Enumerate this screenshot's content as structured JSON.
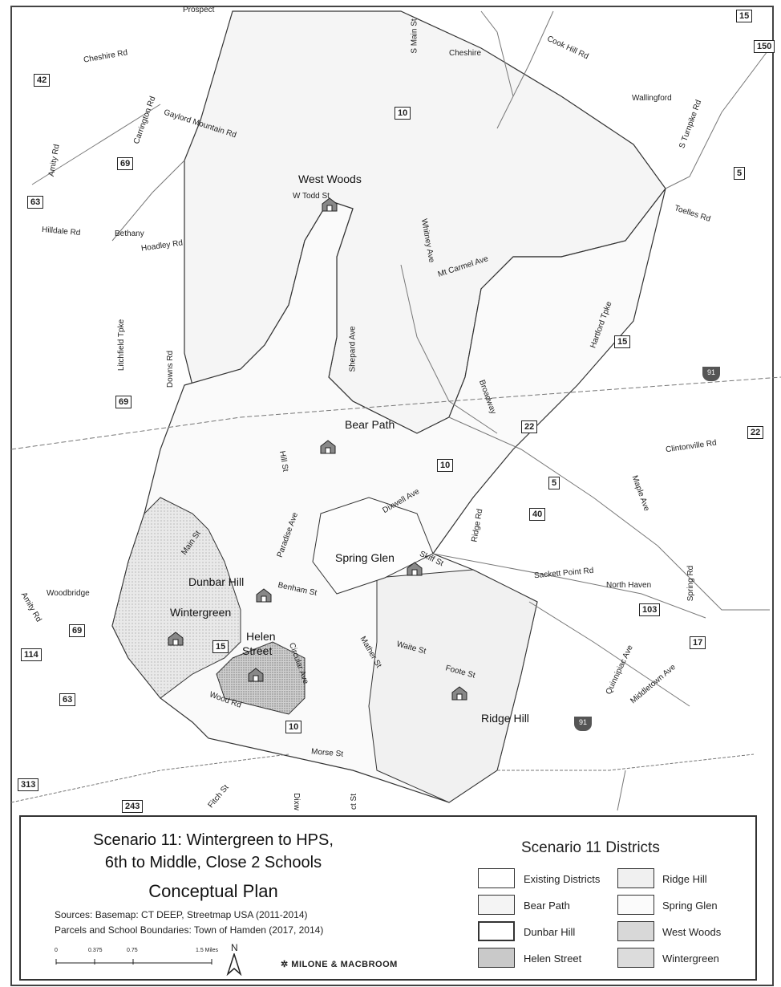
{
  "title": {
    "line1": "Scenario 11: Wintergreen to HPS,",
    "line2": "6th to Middle, Close 2 Schools",
    "line3": "Conceptual Plan"
  },
  "sources": {
    "line1": "Sources: Basemap: CT DEEP, Streetmap USA (2011-2014)",
    "line2": "Parcels and School Boundaries: Town of Hamden (2017, 2014)"
  },
  "scale": {
    "ticks": [
      "0",
      "0.375",
      "0.75",
      "1.5 Miles"
    ]
  },
  "north": "N",
  "firm": "MILONE & MACBROOM",
  "legend": {
    "title": "Scenario 11 Districts",
    "items": [
      {
        "label": "Existing Districts",
        "color": "#ffffff"
      },
      {
        "label": "Bear Path",
        "color": "#f4f4f4"
      },
      {
        "label": "Dunbar Hill",
        "color": "#ffffff"
      },
      {
        "label": "Helen Street",
        "color": "#c9c9c9"
      },
      {
        "label": "Ridge Hill",
        "color": "#f0f0f0"
      },
      {
        "label": "Spring Glen",
        "color": "#fbfbfb"
      },
      {
        "label": "West Woods",
        "color": "#d8d8d8"
      },
      {
        "label": "Wintergreen",
        "color": "#dcdcdc"
      }
    ]
  },
  "schools": {
    "west_woods": "West Woods",
    "bear_path": "Bear Path",
    "spring_glen": "Spring Glen",
    "dunbar_hill": "Dunbar Hill",
    "wintergreen": "Wintergreen",
    "helen_street_1": "Helen",
    "helen_street_2": "Street",
    "ridge_hill": "Ridge Hill"
  },
  "towns": {
    "cheshire": "Cheshire",
    "wallingford": "Wallingford",
    "bethany": "Bethany",
    "woodbridge": "Woodbridge",
    "north_haven": "North Haven",
    "prospect": "Prospect"
  },
  "roads": {
    "cheshire_rd": "Cheshire Rd",
    "carrington_rd": "Carrington Rd",
    "gaylord_mtn_rd": "Gaylord Mountain Rd",
    "amity_rd": "Amity Rd",
    "hilldale_rd": "Hilldale Rd",
    "hoadley_rd": "Hoadley Rd",
    "litchfield_tpke": "Litchfield Tpke",
    "downs_rd": "Downs Rd",
    "w_todd_st": "W Todd St",
    "s_main_st": "S Main St",
    "cook_hill_rd": "Cook Hill Rd",
    "s_turnpike_rd": "S Turnpike Rd",
    "toelles_rd": "Toelles Rd",
    "whitney_ave": "Whitney Ave",
    "mt_carmel_ave": "Mt Carmel Ave",
    "shepard_ave": "Shepard Ave",
    "hartford_tpke": "Hartford Tpke",
    "broadway": "Broadway",
    "clintonville_rd": "Clintonville Rd",
    "maple_ave": "Maple Ave",
    "hill_st": "Hill St",
    "paradise_ave": "Paradise Ave",
    "dixwell_ave": "Dixwell Ave",
    "ridge_rd": "Ridge Rd",
    "main_st": "Main St",
    "skiff_st": "Skiff St",
    "sackett_point_rd": "Sackett Point Rd",
    "spring_rd": "Spring Rd",
    "benham_st": "Benham St",
    "amity_rd_2": "Amity Rd",
    "waite_st": "Waite St",
    "foote_st": "Foote St",
    "mather_st": "Mather St",
    "circular_ave": "Circular Ave",
    "quinnipiac_ave": "Quinnipiac Ave",
    "middletown_ave": "Middletown Ave",
    "wood_rd": "Wood Rd",
    "morse_st": "Morse St",
    "fitch_st": "Fitch St",
    "dixwell_2": "Dixw",
    "act_st": "ct St"
  },
  "shields": [
    "15",
    "150",
    "42",
    "10",
    "69",
    "5",
    "63",
    "15",
    "22",
    "10",
    "5",
    "40",
    "22",
    "69",
    "103",
    "17",
    "69",
    "15",
    "114",
    "63",
    "10",
    "313",
    "243"
  ],
  "interstates": [
    "91",
    "91"
  ]
}
